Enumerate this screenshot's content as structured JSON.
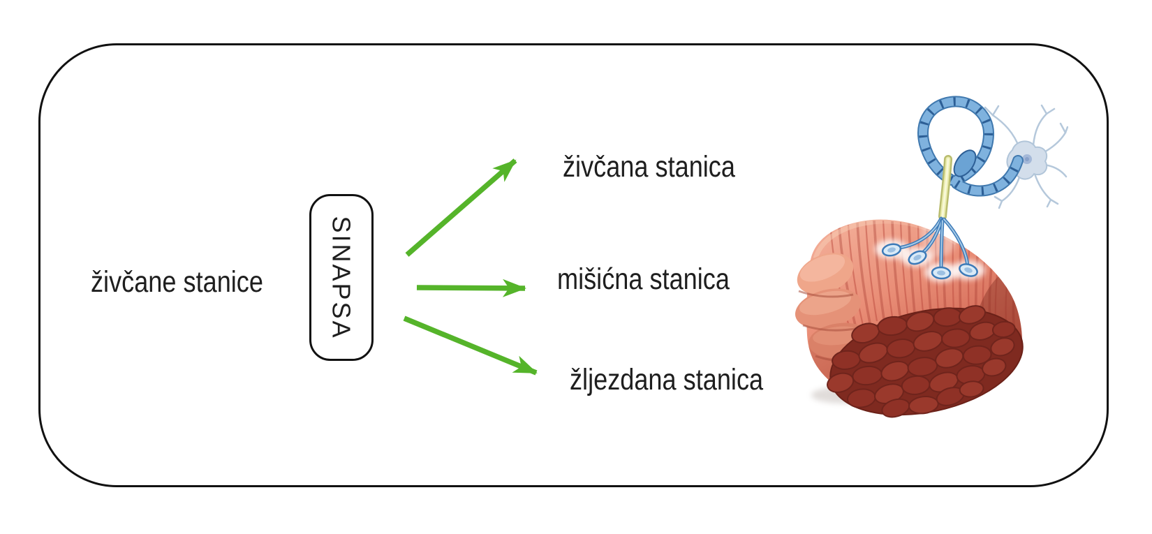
{
  "diagram": {
    "left_label": "živčane stanice",
    "synapse_box": {
      "label": "SINAPSA"
    },
    "targets": [
      {
        "label": "živčana stanica"
      },
      {
        "label": "mišićna stanica"
      },
      {
        "label": "žljezdana stanica"
      }
    ],
    "illustration": "neuromuscular-junction-muscle-with-motor-neuron"
  },
  "colors": {
    "arrow_green": "#55b42a",
    "frame_border": "#111111",
    "text": "#1e1e1e"
  }
}
